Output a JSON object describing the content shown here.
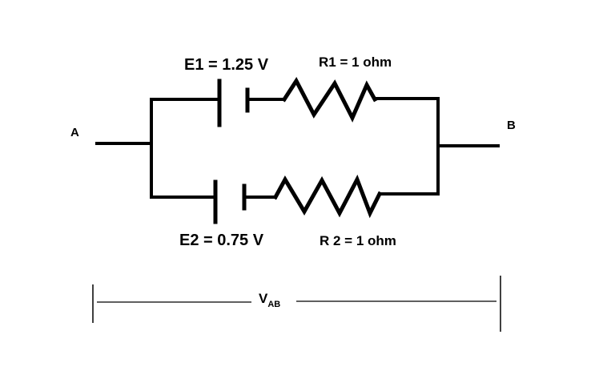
{
  "labels": {
    "e1": "E1 = 1.25 V",
    "r1": "R1 = 1 ohm",
    "e2": "E2 = 0.75 V",
    "r2": "R 2 = 1 ohm",
    "node_a": "A",
    "node_b": "B",
    "vab_main": "V",
    "vab_sub": "AB"
  },
  "colors": {
    "wire": "#000000",
    "background": "#ffffff"
  }
}
